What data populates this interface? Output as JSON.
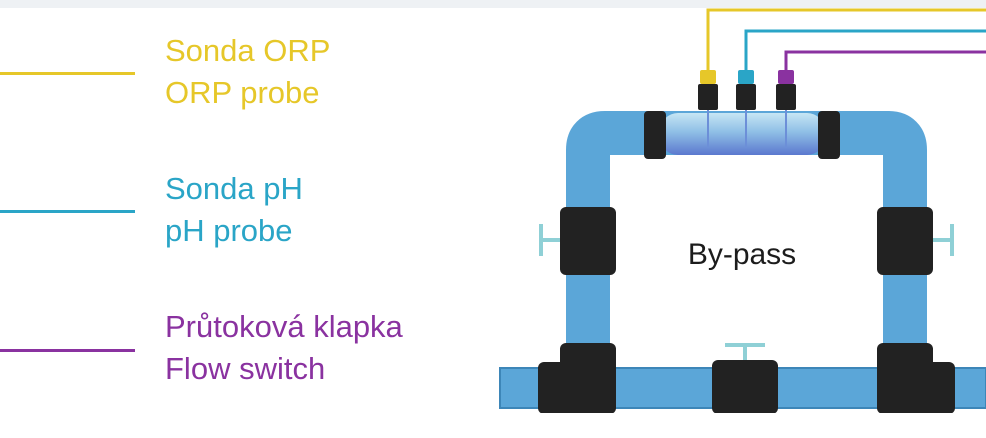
{
  "legend": [
    {
      "id": "orp",
      "line1": "Sonda ORP",
      "line2": "ORP probe",
      "color": "#e6c729"
    },
    {
      "id": "ph",
      "line1": "Sonda pH",
      "line2": "pH probe",
      "color": "#2aa5c7"
    },
    {
      "id": "flow",
      "line1": "Průtoková klapka",
      "line2": "Flow switch",
      "color": "#8a32a0"
    }
  ],
  "diagram": {
    "bypass_label": "By-pass",
    "pipe_color": "#5ba6d8",
    "pipe_edge_color": "#3d86b8",
    "fitting_color": "#222222",
    "valve_handle_color": "#8fd0d6",
    "sensor_body_color": "#6c8fd8"
  }
}
